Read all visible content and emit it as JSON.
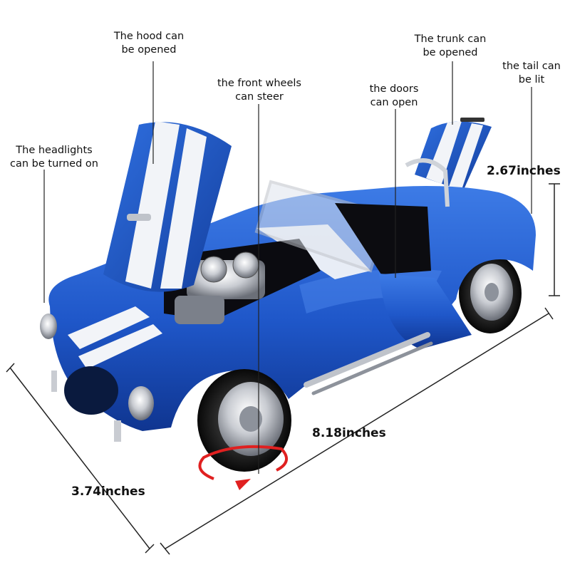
{
  "callouts": {
    "hood": [
      "The hood can",
      "be opened"
    ],
    "front_wheels": [
      "the front wheels",
      "can steer"
    ],
    "headlights": [
      "The headlights",
      "can be turned on"
    ],
    "doors": [
      "the doors",
      "can open"
    ],
    "trunk": [
      "The trunk can",
      "be opened"
    ],
    "tail": [
      "the tail can",
      "be lit"
    ]
  },
  "dimensions": {
    "height": "2.67inches",
    "length": "8.18inches",
    "width": "3.74inches"
  },
  "colors": {
    "body_blue": "#1f57c9",
    "stripe_white": "#f2f4f8",
    "chrome": "#c9ccd2",
    "arrow_red": "#e02020"
  }
}
